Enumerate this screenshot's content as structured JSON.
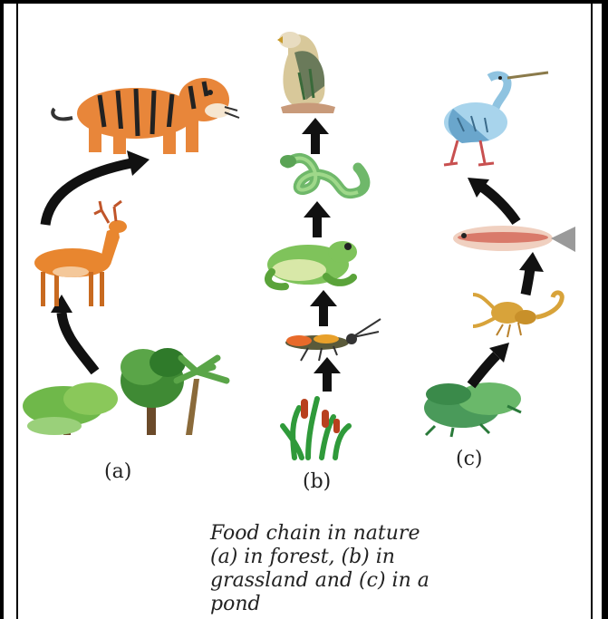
{
  "labels": {
    "a": "(a)",
    "b": "(b)",
    "c": "(c)"
  },
  "caption_lines": [
    "Food chain in nature",
    "(a) in forest, (b) in",
    "grassland and (c) in a",
    "pond"
  ],
  "colors": {
    "arrow": "#111111",
    "tiger": "#e8863a",
    "deer": "#e8862f",
    "tree": "#4f9a3b",
    "eagle": "#8a7e5e",
    "snake": "#6fb86a",
    "frog": "#7fc35b",
    "grasshopper": "#5a5a3a",
    "grass": "#3a9a3a",
    "heron": "#8fc3e0",
    "fish": "#d97a6a",
    "scorpion": "#d8a33a",
    "weed": "#4a9a5a"
  },
  "chains": {
    "forest": [
      "trees-icon",
      "deer-icon",
      "tiger-icon"
    ],
    "grassland": [
      "grass-icon",
      "grasshopper-icon",
      "frog-icon",
      "snake-icon",
      "eagle-icon"
    ],
    "pond": [
      "water-plant-icon",
      "scorpion-icon",
      "fish-icon",
      "heron-icon"
    ]
  }
}
